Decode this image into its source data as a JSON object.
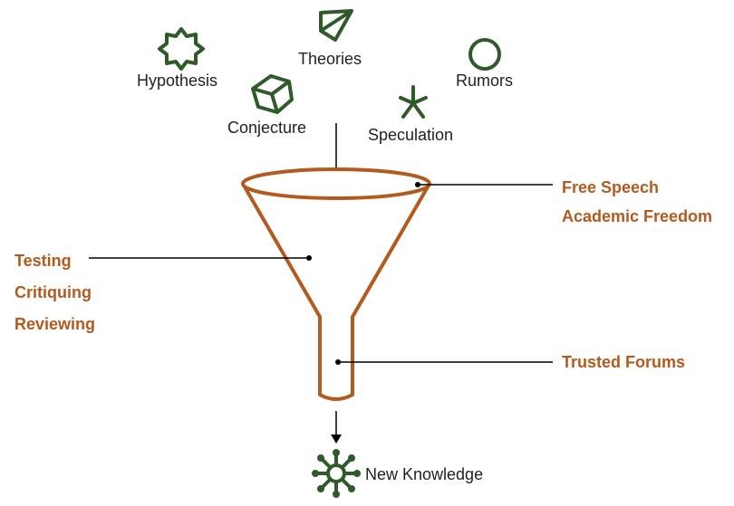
{
  "inputs": {
    "hypothesis": "Hypothesis",
    "theories": "Theories",
    "rumors": "Rumors",
    "conjecture": "Conjecture",
    "speculation": "Speculation"
  },
  "rim_labels": [
    "Free Speech",
    "Academic Freedom"
  ],
  "cone_labels": [
    "Testing",
    "Critiquing",
    "Reviewing"
  ],
  "stem_label": "Trusted Forums",
  "output": "New Knowledge",
  "colors": {
    "icon": "#2F5A2A",
    "funnel": "#B35A1F",
    "text": "#222222",
    "line": "#000000"
  }
}
